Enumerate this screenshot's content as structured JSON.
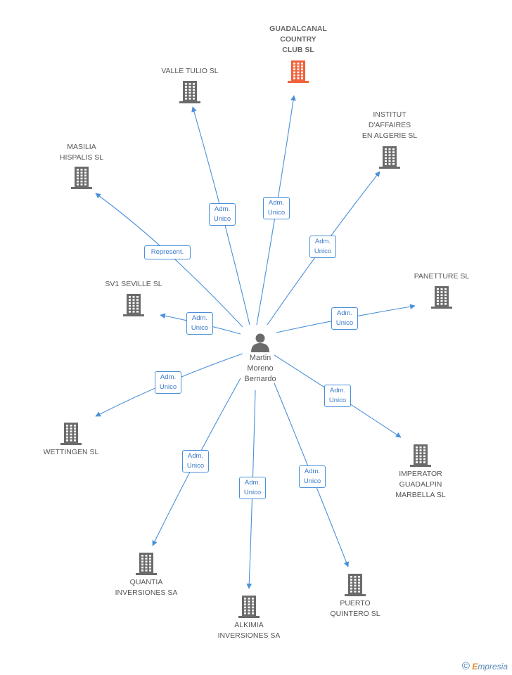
{
  "center": {
    "name": "Martin\nMoreno\nBernardo"
  },
  "companies": [
    {
      "id": "guadalcanal",
      "name": "GUADALCANAL\nCOUNTRY\nCLUB SL",
      "highlight": true,
      "relation": "Adm.\nUnico"
    },
    {
      "id": "valle-tulio",
      "name": "VALLE TULIO SL",
      "relation": "Adm.\nUnico"
    },
    {
      "id": "institut",
      "name": "INSTITUT\nD'AFFAIRES\nEN ALGERIE  SL",
      "relation": "Adm.\nUnico"
    },
    {
      "id": "masilia",
      "name": "MASILIA\nHISPALIS SL",
      "relation": "Represent."
    },
    {
      "id": "panetture",
      "name": "PANETTURE  SL",
      "relation": "Adm.\nUnico"
    },
    {
      "id": "sv1",
      "name": "SV1 SEVILLE SL",
      "relation": "Adm.\nUnico"
    },
    {
      "id": "wettingen",
      "name": "WETTINGEN  SL",
      "relation": "Adm.\nUnico"
    },
    {
      "id": "imperator",
      "name": "IMPERATOR\nGUADALPIN\nMARBELLA  SL",
      "relation": "Adm.\nUnico"
    },
    {
      "id": "quantia",
      "name": "QUANTIA\nINVERSIONES SA",
      "relation": "Adm.\nUnico"
    },
    {
      "id": "alkimia",
      "name": "ALKIMIA\nINVERSIONES SA",
      "relation": "Adm.\nUnico"
    },
    {
      "id": "puerto",
      "name": "PUERTO\nQUINTERO SL",
      "relation": "Adm.\nUnico"
    }
  ],
  "colors": {
    "edge": "#4a90d9",
    "building": "#6b6b6b",
    "building_highlight": "#f0623a",
    "person": "#6b6b6b"
  },
  "footer": {
    "copyright": "©",
    "brand_initial": "E",
    "brand_rest": "mpresia"
  }
}
